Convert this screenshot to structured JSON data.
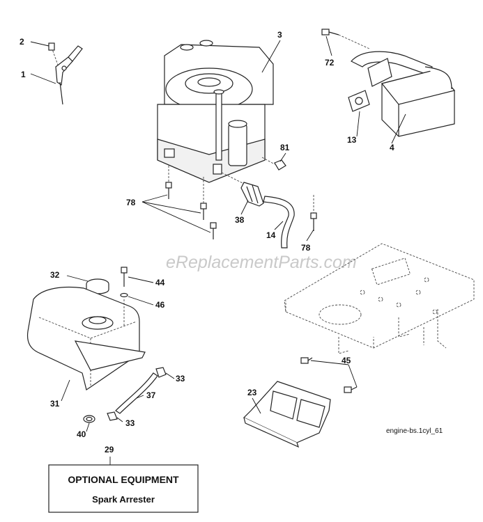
{
  "watermark": "eReplacementParts.com",
  "drawing_code": "engine-bs.1cyl_61",
  "callouts": {
    "c1": "1",
    "c2": "2",
    "c3": "3",
    "c4": "4",
    "c13": "13",
    "c14": "14",
    "c23": "23",
    "c29": "29",
    "c31": "31",
    "c32": "32",
    "c33a": "33",
    "c33b": "33",
    "c37": "37",
    "c38": "38",
    "c40": "40",
    "c44": "44",
    "c45": "45",
    "c46": "46",
    "c72": "72",
    "c78a": "78",
    "c78b": "78",
    "c81": "81"
  },
  "optional_box": {
    "title": "OPTIONAL EQUIPMENT",
    "item": "Spark Arrester"
  }
}
